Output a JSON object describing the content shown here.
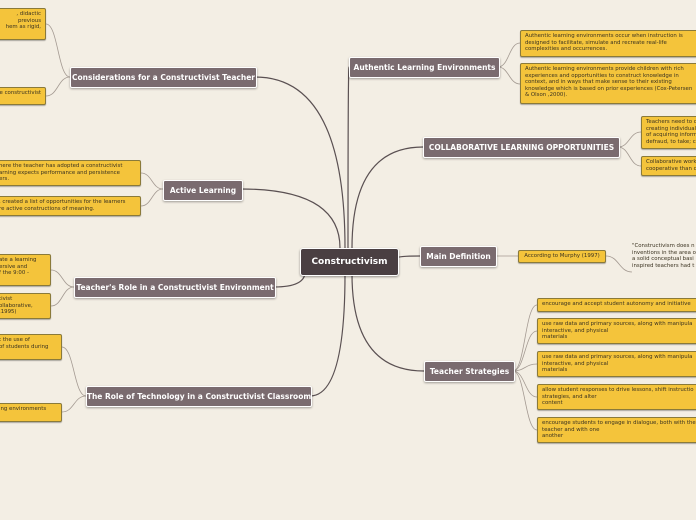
{
  "center": "Constructivism",
  "topics": {
    "considerations": {
      "label": "Considerations for a Constructivist Teacher",
      "leaves": [
        ", didactic\nprevious\nhem as rigid,",
        "e constructivist"
      ]
    },
    "active": {
      "label": "Active Learning",
      "leaves": [
        "here the teacher has adopted a constructivist\narning expects performance and persistence\ners.",
        ", created a list of opportunities for the learners\nre active constructions of meaning."
      ]
    },
    "role": {
      "label": "Teacher's Role in a Constructivist Environment",
      "leaves": [
        "ate a learning\nersive and\nf the 9:00 -",
        "tivist\nollaborative,\n,1995)"
      ]
    },
    "tech": {
      "label": "The Role of Technology in a Constructivist Classroom",
      "leaves": [
        "t the use of\nof students during",
        "ing environments"
      ]
    },
    "authentic": {
      "label": "Authentic Learning Environments",
      "leaves": [
        "Authentic learning environments occur when instruction is\ndesigned to facilitate, simulate and recreate real-life\ncomplexities and occurrences.",
        "Authentic learning environments provide children with rich\nexperiences and opportunities to construct knowledge in\ncontext, and in ways that make sense to their existing\nknowledge which is based on prior experiences (Cox-Petersen\n& Olson ,2000)."
      ]
    },
    "collab": {
      "label": "COLLABORATIVE LEARNING OPPORTUNITIES",
      "leaves": [
        "Teachers need to c\ncreating individual\nof acquiring inform\ndefraud, to take; c",
        "Collaborative work\ncooperative than c"
      ]
    },
    "definition": {
      "label": "Main Definition",
      "leaves": [
        "According to Murphy (1997)"
      ],
      "quote": "\"Constructivism does n\ninventions in the area o\na solid conceptual basi\ninspired teachers had t"
    },
    "strategies": {
      "label": "Teacher Strategies",
      "leaves": [
        "encourage and accept student autonomy and initiative",
        "use raw data and primary sources, along with manipula\ninteractive, and physical\nmaterials",
        "use raw data and primary sources, along with manipula\ninteractive, and physical\nmaterials",
        "allow student responses to drive lessons, shift instructio\nstrategies, and alter\ncontent",
        "encourage students to engage in dialogue, both with the\nteacher and with one\nanother"
      ]
    }
  },
  "colors": {
    "background": "#f3eee4",
    "center": "#4a3f42",
    "topic": "#7a6b6f",
    "leaf": "#f4c43b"
  }
}
